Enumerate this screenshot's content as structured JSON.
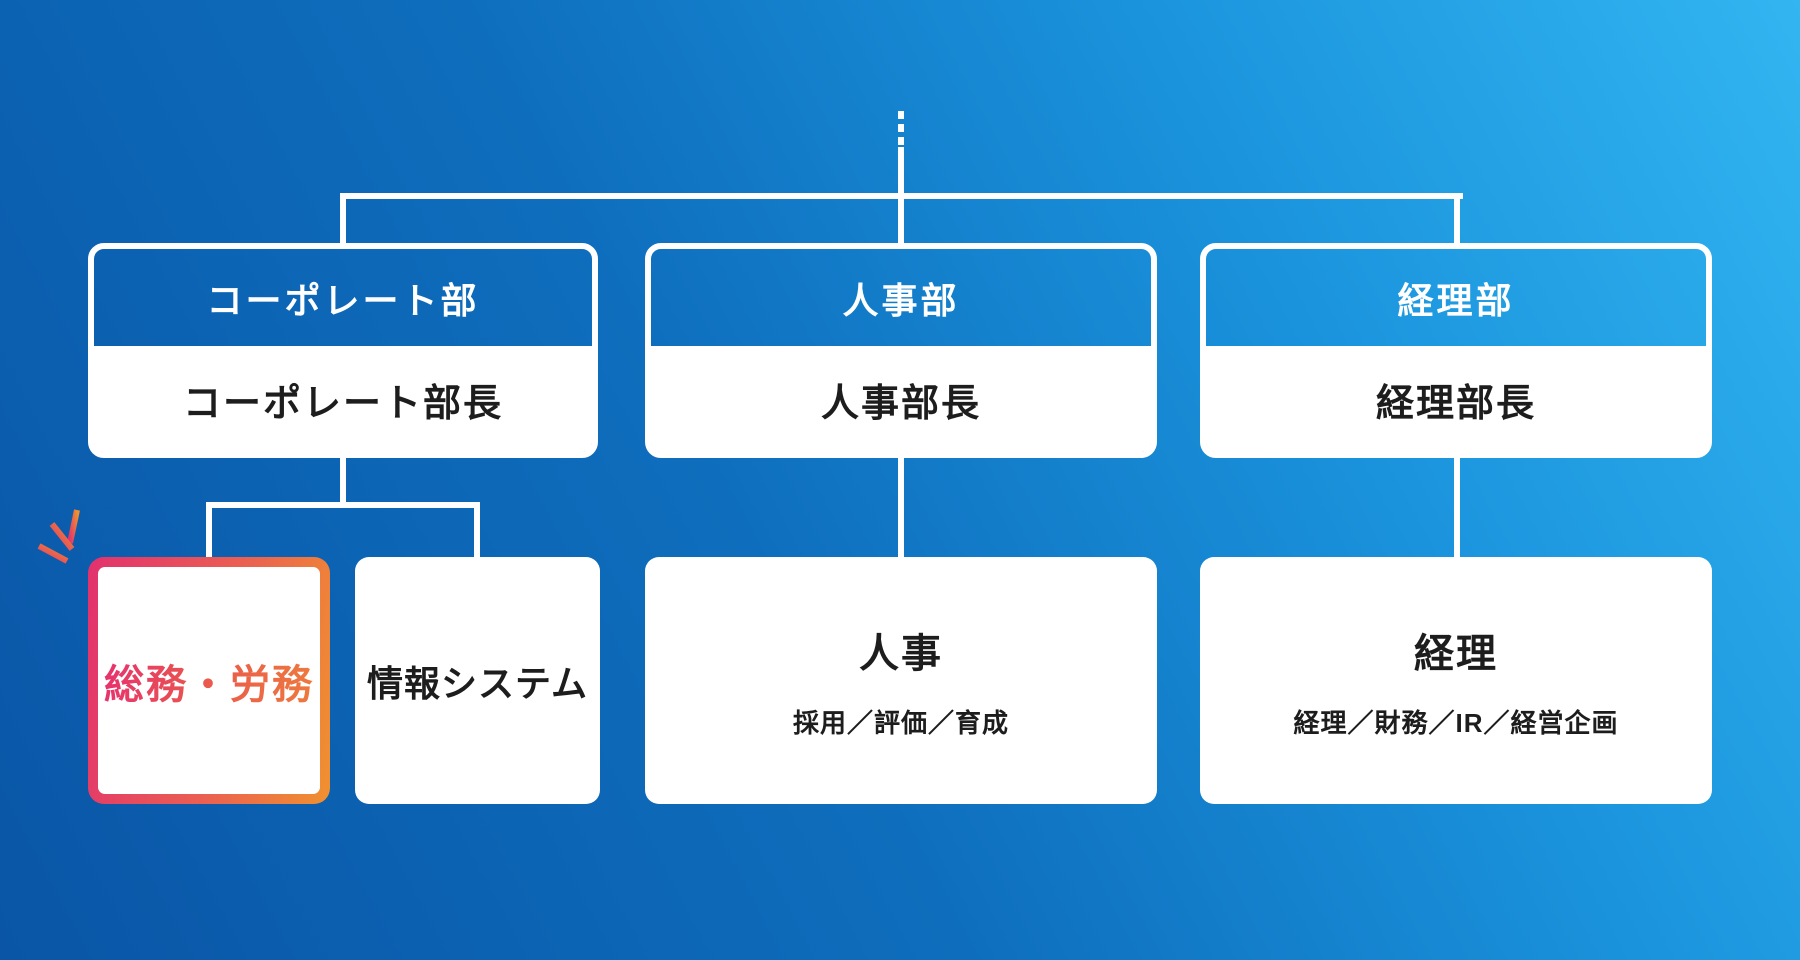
{
  "diagram": {
    "type": "org-chart",
    "departments": [
      {
        "name": "コーポレート部",
        "head": "コーポレート部長",
        "units": [
          {
            "name": "総務・労務",
            "detail": "",
            "highlighted": true
          },
          {
            "name": "情報システム",
            "detail": "",
            "highlighted": false
          }
        ]
      },
      {
        "name": "人事部",
        "head": "人事部長",
        "units": [
          {
            "name": "人事",
            "detail": "採用／評価／育成",
            "highlighted": false
          }
        ]
      },
      {
        "name": "経理部",
        "head": "経理部長",
        "units": [
          {
            "name": "経理",
            "detail": "経理／財務／IR／経営企画",
            "highlighted": false
          }
        ]
      }
    ],
    "colors": {
      "background_gradient_start": "#0a55a6",
      "background_gradient_end": "#32b5f1",
      "connector": "#ffffff",
      "box_border": "#ffffff",
      "box_body": "#ffffff",
      "header_text": "#ffffff",
      "body_text": "#1d1d1d",
      "highlight_gradient_start": "#e2316e",
      "highlight_gradient_end": "#f0912f"
    }
  }
}
